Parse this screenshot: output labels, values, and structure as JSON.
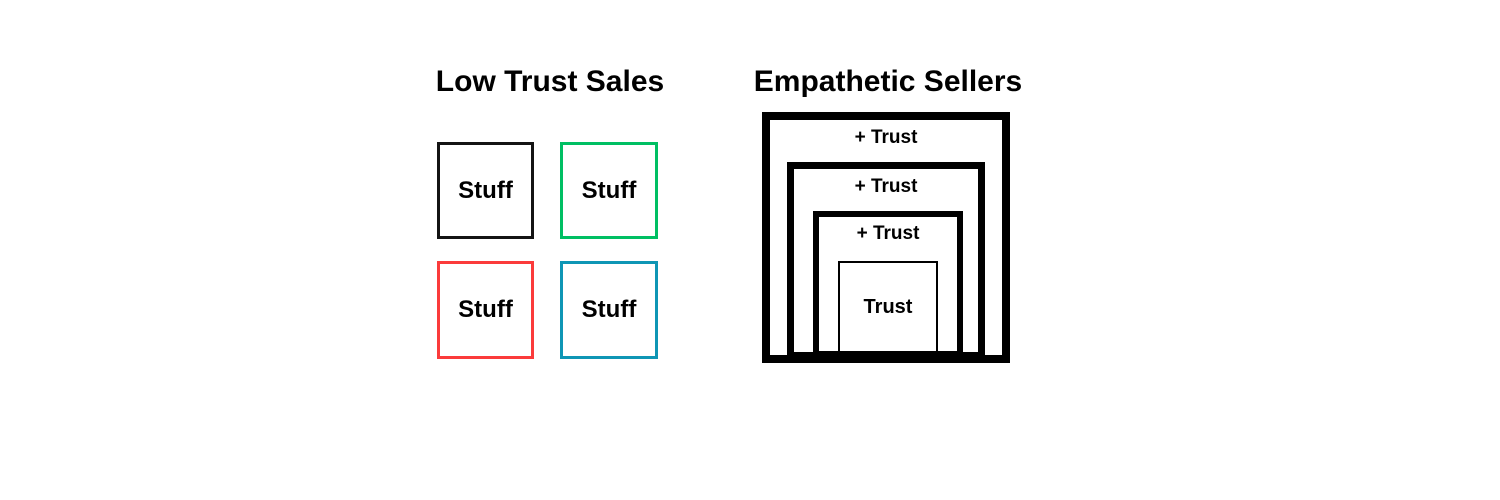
{
  "page": {
    "background_color": "#ffffff",
    "text_color": "#000000"
  },
  "left_panel": {
    "title": "Low Trust Sales",
    "squares": [
      {
        "label": "Stuff",
        "border_color": "#141414"
      },
      {
        "label": "Stuff",
        "border_color": "#00bf63"
      },
      {
        "label": "Stuff",
        "border_color": "#fb3b3b"
      },
      {
        "label": "Stuff",
        "border_color": "#0e96b5"
      }
    ]
  },
  "right_panel": {
    "title": "Empathetic Sellers",
    "border_color": "#000000",
    "nested_boxes": [
      {
        "label": "+ Trust"
      },
      {
        "label": "+ Trust"
      },
      {
        "label": "+ Trust"
      },
      {
        "label": "Trust"
      }
    ]
  }
}
